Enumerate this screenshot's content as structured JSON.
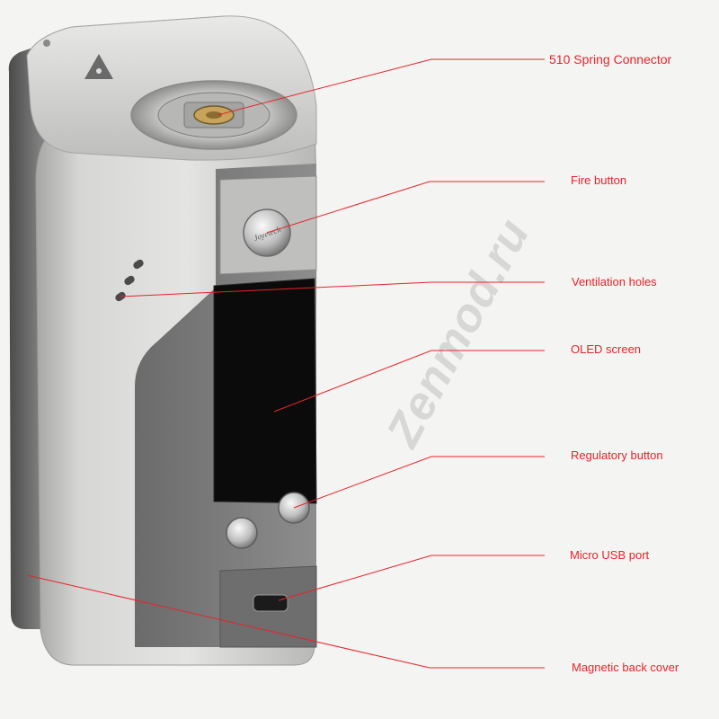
{
  "watermark": "Zenmod.ru",
  "device_logo_text": "Joyetech",
  "callouts": [
    {
      "id": "spring-connector",
      "label": "510 Spring Connector"
    },
    {
      "id": "fire-button",
      "label": "Fire button"
    },
    {
      "id": "ventilation-holes",
      "label": "Ventilation holes"
    },
    {
      "id": "oled-screen",
      "label": "OLED screen"
    },
    {
      "id": "regulatory-button",
      "label": "Regulatory button"
    },
    {
      "id": "micro-usb-port",
      "label": "Micro USB port"
    },
    {
      "id": "magnetic-back-cover",
      "label": "Magnetic back cover"
    }
  ],
  "colors": {
    "callout_red": "#e8232a",
    "body_silver": "#c9c9c7",
    "side_panel": "#7a7a7a",
    "screen": "#0b0b0b"
  }
}
